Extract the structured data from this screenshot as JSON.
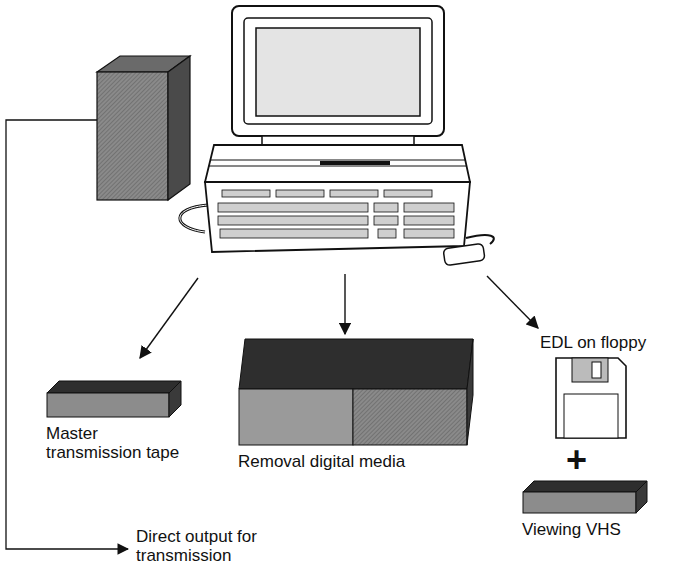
{
  "diagram": {
    "nodes": [
      {
        "text": [
          "Master transmission tape"
        ]
      },
      {
        "text": [
          "Removal digital media"
        ]
      },
      {
        "text": [
          "EDL on floppy"
        ]
      },
      {
        "text": [
          "Viewing VHS"
        ]
      }
    ],
    "labels": [
      "+",
      "Direct output for transmission"
    ]
  }
}
